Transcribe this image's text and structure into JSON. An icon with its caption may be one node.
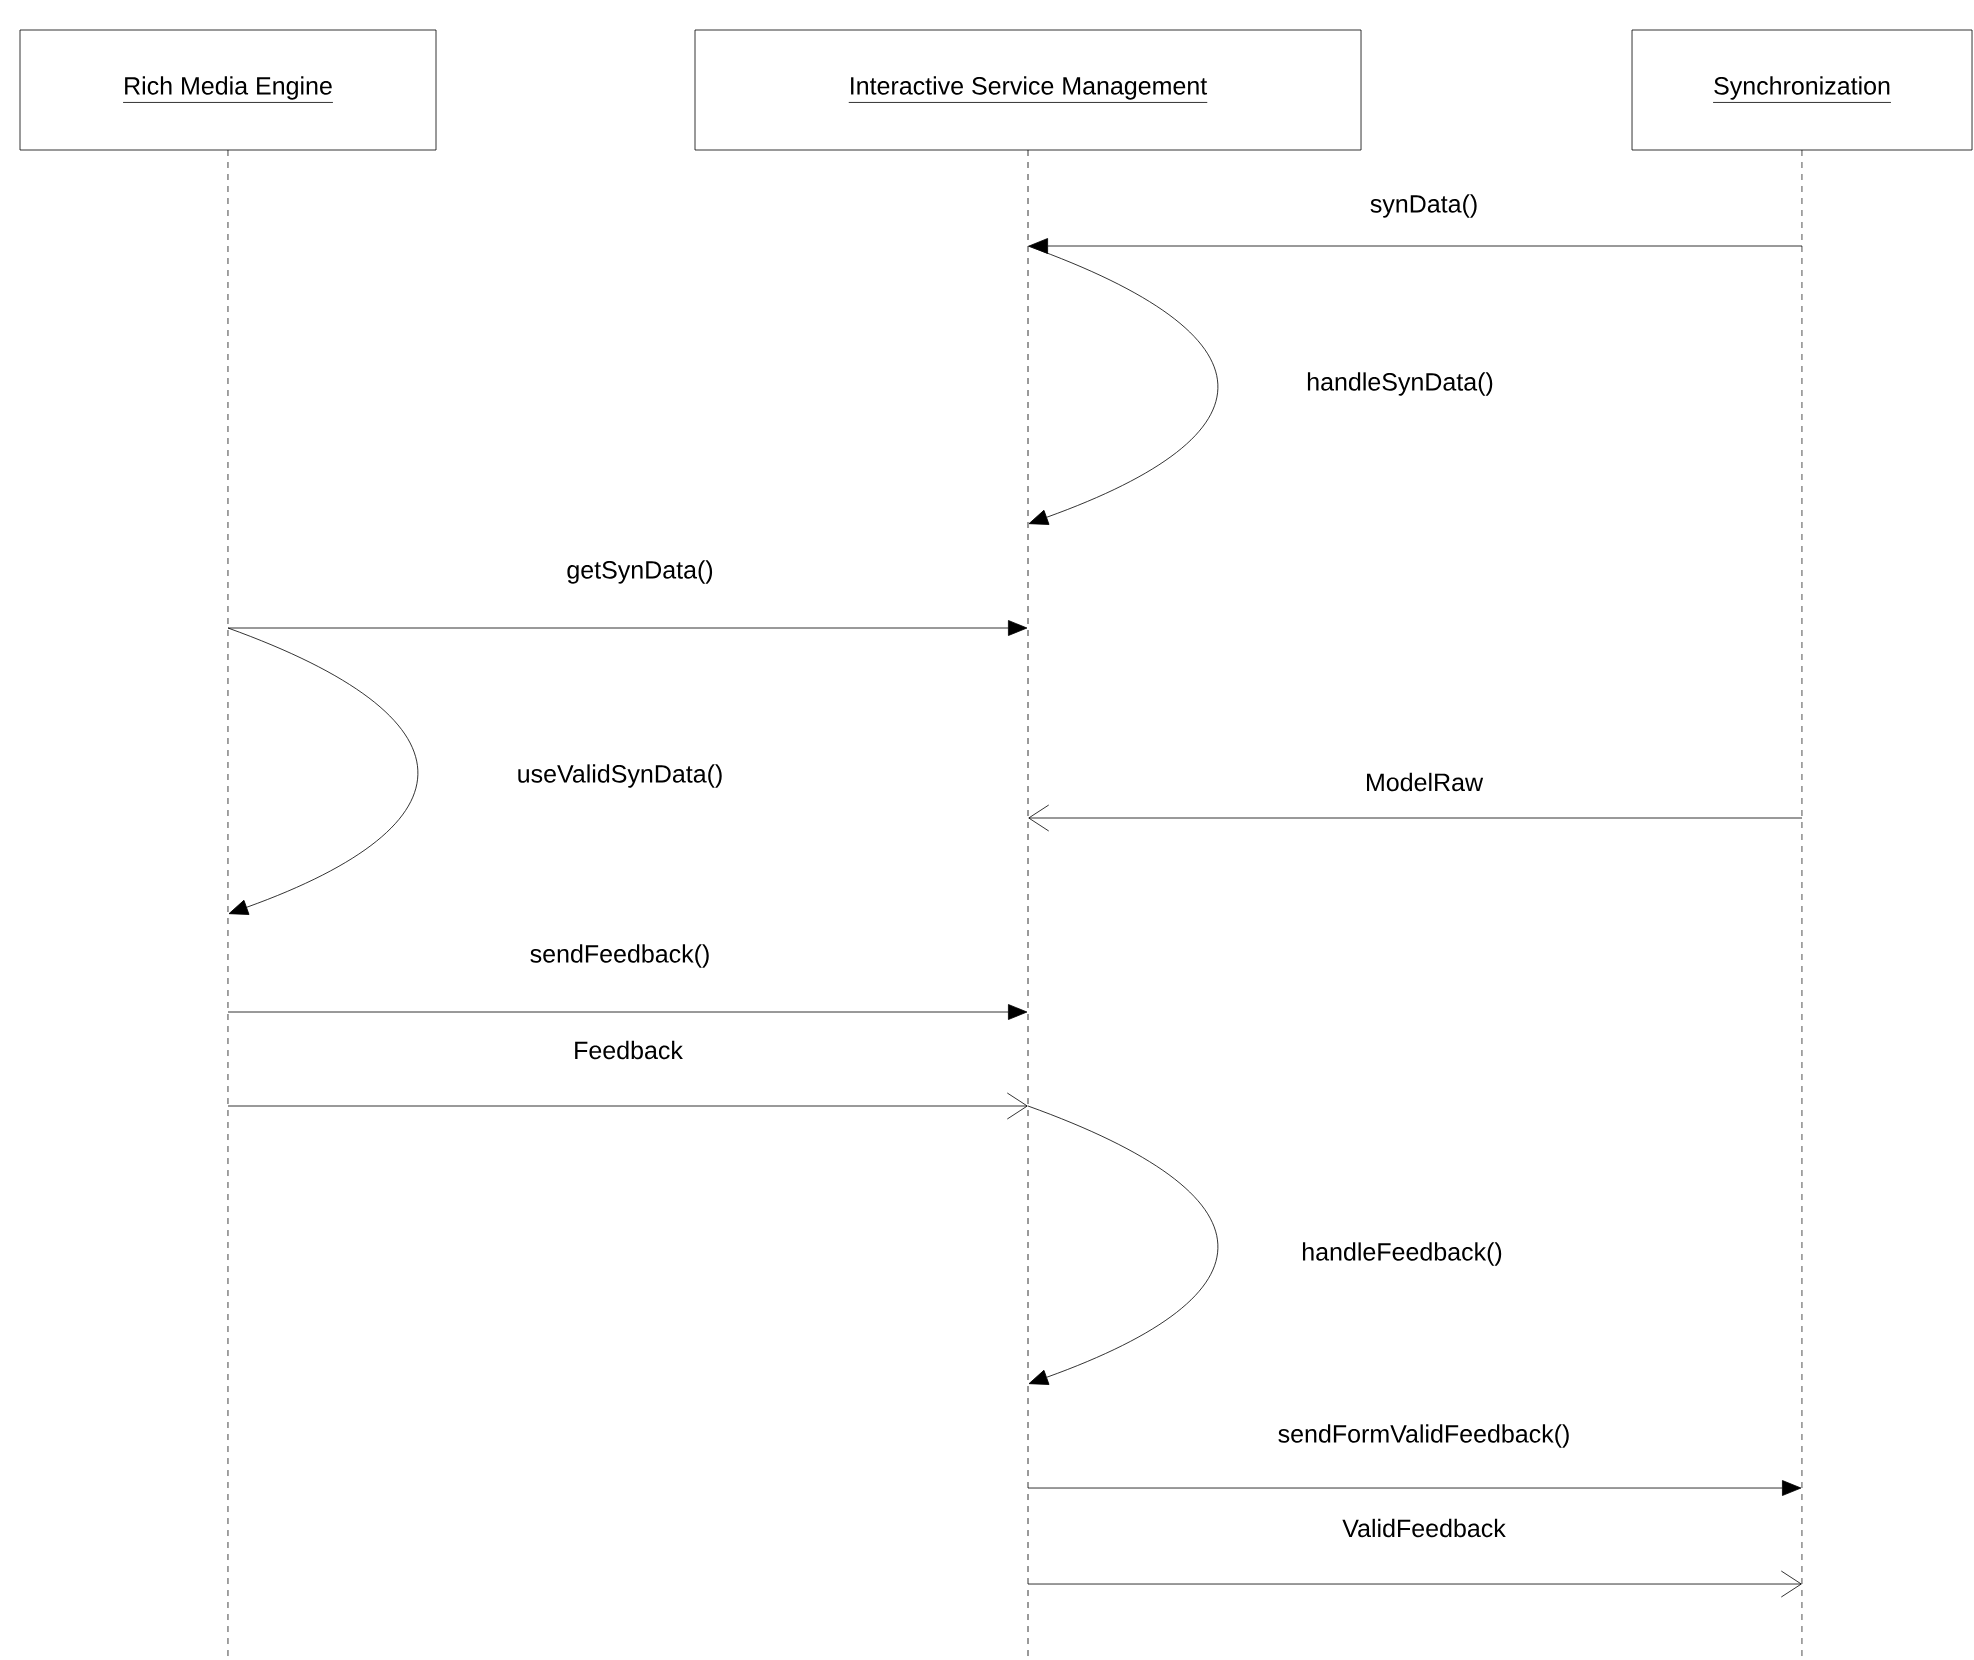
{
  "diagram": {
    "nodes": [
      {
        "text": [
          "Rich Media Engine"
        ]
      },
      {
        "text": [
          "Interactive Service Management"
        ]
      },
      {
        "text": [
          "Synchronization"
        ]
      },
      {
        "text": [],
        "shape": "line"
      },
      {
        "text": [],
        "shape": "line"
      },
      {
        "text": [],
        "shape": "line"
      }
    ],
    "edges": [
      {
        "from": 5,
        "to": 4,
        "arrow": "to",
        "label": "synData()"
      },
      {
        "from": 4,
        "to": 4,
        "arrow": "to",
        "label": "handleSynData()"
      },
      {
        "from": 3,
        "to": 4,
        "arrow": "to",
        "label": "getSynData()"
      },
      {
        "from": 3,
        "to": 3,
        "arrow": "to",
        "label": "useValidSynData()"
      },
      {
        "from": 5,
        "to": 4,
        "arrow": "to",
        "label": "ModelRaw"
      },
      {
        "from": 3,
        "to": 4,
        "arrow": "to",
        "label": "sendFeedback()"
      },
      {
        "from": 3,
        "to": 4,
        "arrow": "to",
        "label": "Feedback"
      },
      {
        "from": 4,
        "to": 4,
        "arrow": "to",
        "label": "handleFeedback()"
      },
      {
        "from": 4,
        "to": 5,
        "arrow": "to",
        "label": "sendFormValidFeedback()"
      },
      {
        "from": 4,
        "to": 5,
        "arrow": "to",
        "label": "ValidFeedback"
      }
    ]
  }
}
